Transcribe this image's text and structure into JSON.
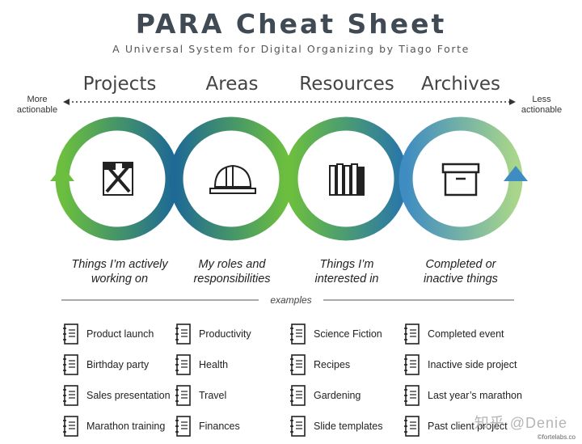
{
  "title": "PARA Cheat Sheet",
  "subtitle": "A Universal System for Digital Organizing by Tiago Forte",
  "axis": {
    "left_label_line1": "More",
    "left_label_line2": "actionable",
    "right_label_line1": "Less",
    "right_label_line2": "actionable"
  },
  "categories": [
    {
      "name": "Projects",
      "icon": "tools-icon",
      "desc_line1": "Things I’m actively",
      "desc_line2": "working on"
    },
    {
      "name": "Areas",
      "icon": "hard-hat-icon",
      "desc_line1": "My roles and",
      "desc_line2": "responsibilities"
    },
    {
      "name": "Resources",
      "icon": "books-icon",
      "desc_line1": "Things I’m",
      "desc_line2": "interested in"
    },
    {
      "name": "Archives",
      "icon": "archive-box-icon",
      "desc_line1": "Completed or",
      "desc_line2": "inactive things"
    }
  ],
  "examples_label": "examples",
  "examples": [
    [
      "Product launch",
      "Birthday party",
      "Sales presentation",
      "Marathon training"
    ],
    [
      "Productivity",
      "Health",
      "Travel",
      "Finances"
    ],
    [
      "Science Fiction",
      "Recipes",
      "Gardening",
      "Slide templates"
    ],
    [
      "Completed event",
      "Inactive side project",
      "Last year’s marathon",
      "Past client project"
    ]
  ],
  "colors": {
    "dark_blue": "#1f6a94",
    "mid_blue": "#3f8cc2",
    "green": "#6cbf3e",
    "light_green": "#a9d68a"
  },
  "footer": "©fortelabs.co",
  "watermark": "知乎 @Denie"
}
